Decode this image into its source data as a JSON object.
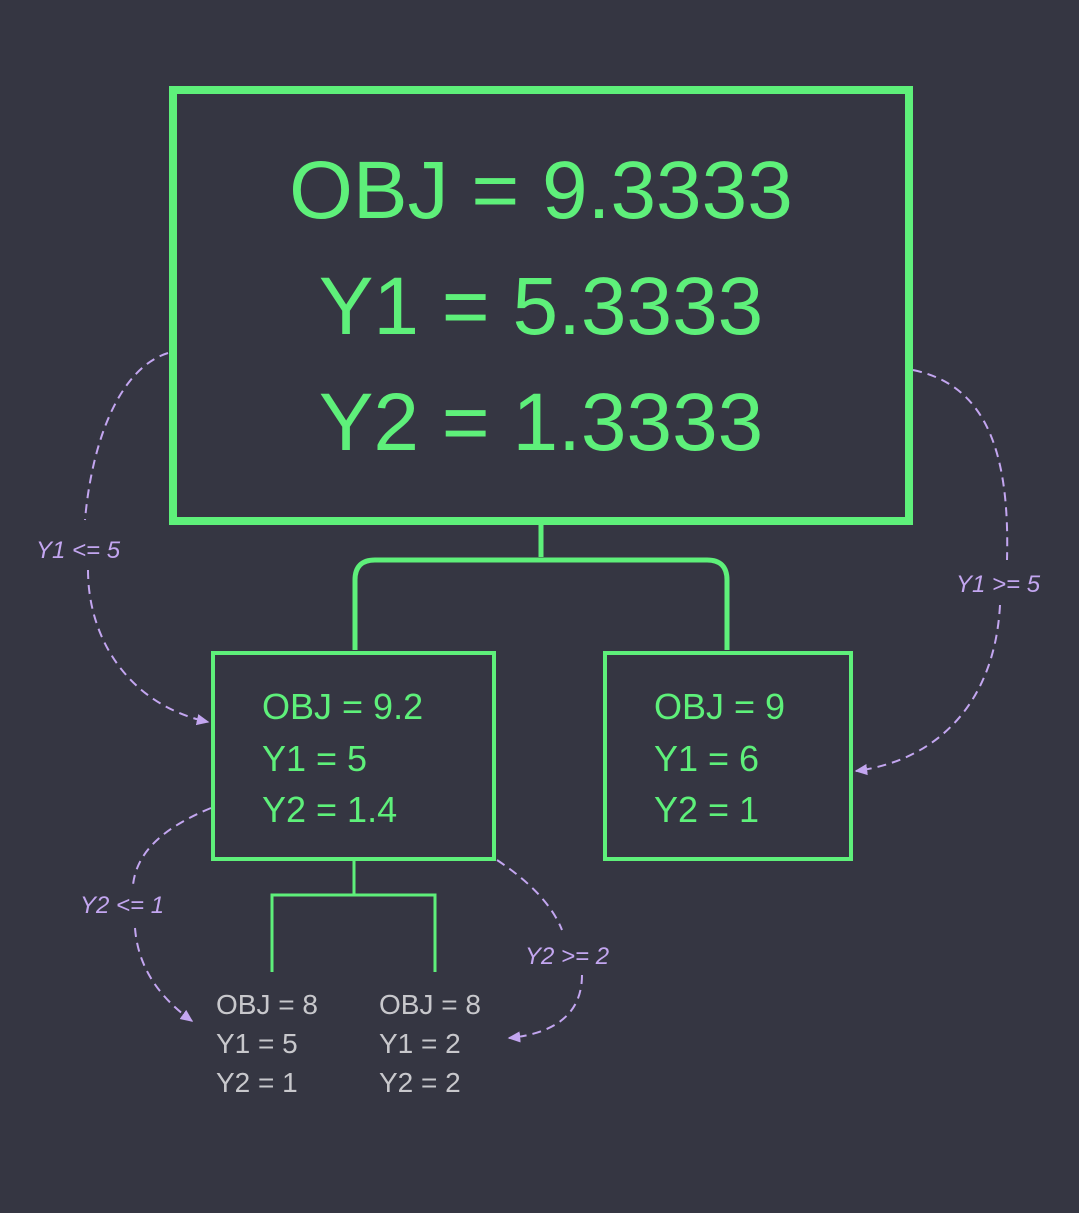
{
  "colors": {
    "background": "#353642",
    "node": "#5ef07a",
    "leaf_text": "#c8c8cc",
    "branch_label": "#c3a6f0",
    "branch_arrow": "#c3a6f0"
  },
  "root": {
    "obj": "OBJ = 9.3333",
    "y1": "Y1 = 5.3333",
    "y2": "Y2 = 1.3333"
  },
  "left": {
    "obj": "OBJ = 9.2",
    "y1": "Y1 = 5",
    "y2": "Y2 = 1.4"
  },
  "right": {
    "obj": "OBJ = 9",
    "y1": "Y1 = 6",
    "y2": "Y2 = 1"
  },
  "leaf_left": {
    "obj": "OBJ = 8",
    "y1": "Y1 = 5",
    "y2": "Y2 = 1"
  },
  "leaf_right": {
    "obj": "OBJ = 8",
    "y1": "Y1 = 2",
    "y2": "Y2 = 2"
  },
  "branches": {
    "root_left": "Y1 <= 5",
    "root_right": "Y1 >= 5",
    "left_left": "Y2 <= 1",
    "left_right": "Y2 >= 2"
  }
}
